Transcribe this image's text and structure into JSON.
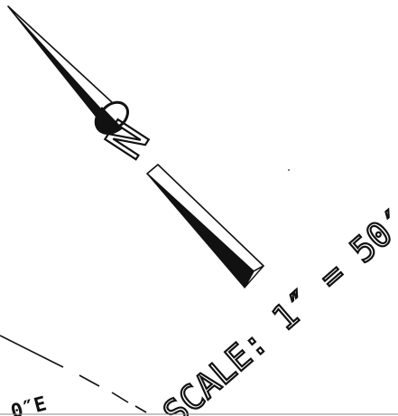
{
  "north_arrow": {
    "letter": "N"
  },
  "scale": {
    "label": "SCALE: 1″ = 50′"
  },
  "bearing_fragment": {
    "text": "0″E"
  },
  "colors": {
    "ink": "#111111",
    "paper": "#ffffff"
  }
}
